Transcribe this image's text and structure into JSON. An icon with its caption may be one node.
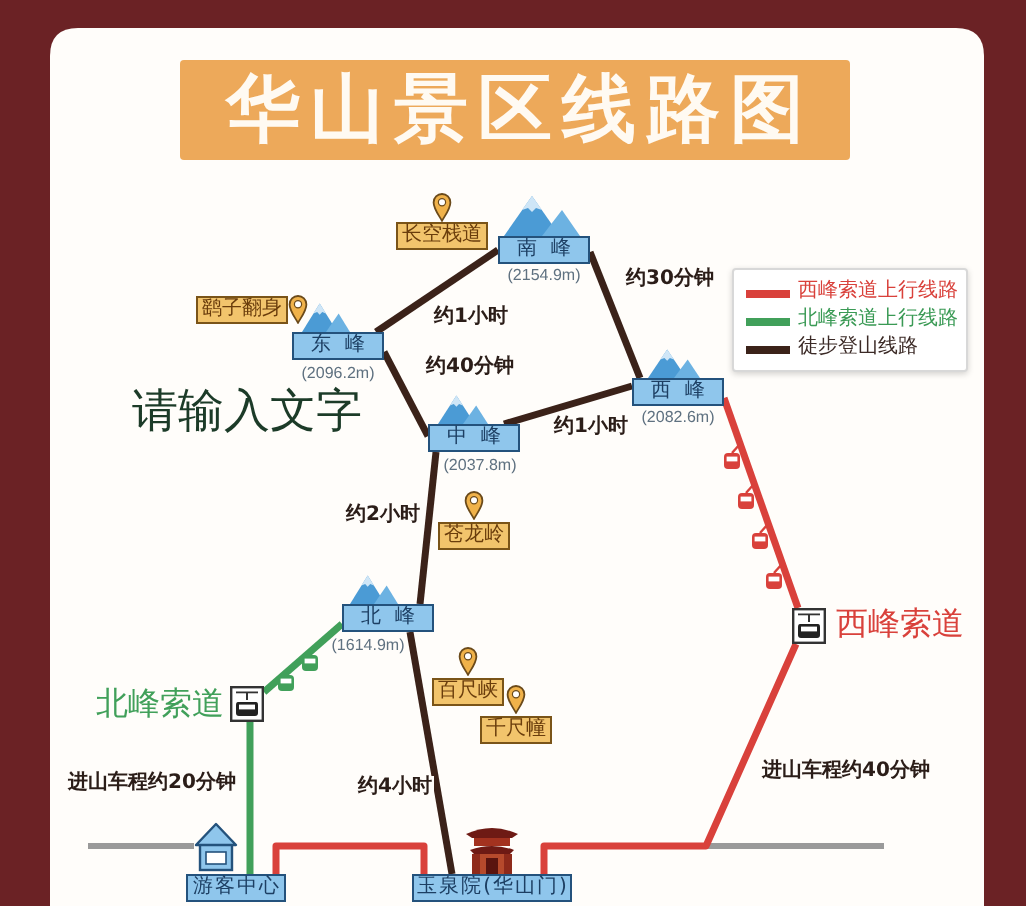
{
  "diagram": {
    "title": "华山景区线路图",
    "nodes": [
      {
        "text": [
          "南峰"
        ],
        "beside": [
          "(2154.9m)"
        ]
      },
      {
        "text": [
          "长空栈道"
        ]
      },
      {
        "text": [
          "鹞子翻身"
        ]
      },
      {
        "text": [
          "东峰"
        ],
        "beside": [
          "(2096.2m)"
        ]
      },
      {
        "text": [
          "西峰"
        ],
        "beside": [
          "(2082.6m)"
        ]
      },
      {
        "text": [
          "中峰"
        ],
        "beside": [
          "(2037.8m)"
        ]
      },
      {
        "text": [
          "苍龙岭"
        ]
      },
      {
        "text": [
          "北峰"
        ],
        "beside": [
          "(1614.9m)"
        ]
      },
      {
        "text": [],
        "shape": "picture",
        "beside": [
          "西峰索道"
        ]
      },
      {
        "text": [],
        "shape": "picture",
        "beside": [
          "北峰索道"
        ]
      },
      {
        "text": [
          "百尺峡"
        ]
      },
      {
        "text": [
          "千尺幢"
        ]
      },
      {
        "text": [
          "游客中心"
        ]
      },
      {
        "text": [
          "玉泉院(华山门)"
        ]
      }
    ],
    "edges": [
      {
        "from": 0,
        "to": 3,
        "arrow": "none",
        "label": "约1小时"
      },
      {
        "from": 3,
        "to": 5,
        "arrow": "none",
        "label": "约40分钟"
      },
      {
        "from": 0,
        "to": 4,
        "arrow": "none",
        "label": "约30分钟"
      },
      {
        "from": 5,
        "to": 4,
        "arrow": "none",
        "label": "约1小时"
      },
      {
        "from": 5,
        "to": 7,
        "arrow": "none",
        "label": "约2小时"
      },
      {
        "from": 7,
        "to": 13,
        "arrow": "none",
        "label": "约4小时"
      },
      {
        "from": 12,
        "to": 9,
        "arrow": "none",
        "label": "进山车程约20分钟",
        "color": "#41a05a"
      },
      {
        "from": 9,
        "to": 7,
        "arrow": "none",
        "color": "#41a05a"
      },
      {
        "from": 12,
        "to": 13,
        "arrow": "none",
        "color": "#d9413b"
      },
      {
        "from": 13,
        "to": 8,
        "arrow": "none",
        "label": "进山车程约40分钟",
        "color": "#d9413b"
      },
      {
        "from": 8,
        "to": 4,
        "arrow": "none",
        "color": "#d9413b"
      }
    ],
    "labels": [
      "请输入文字"
    ],
    "legend": [
      {
        "text": "西峰索道上行线路"
      },
      {
        "text": "北峰索道上行线路"
      },
      {
        "text": "徒步登山线路"
      }
    ]
  }
}
